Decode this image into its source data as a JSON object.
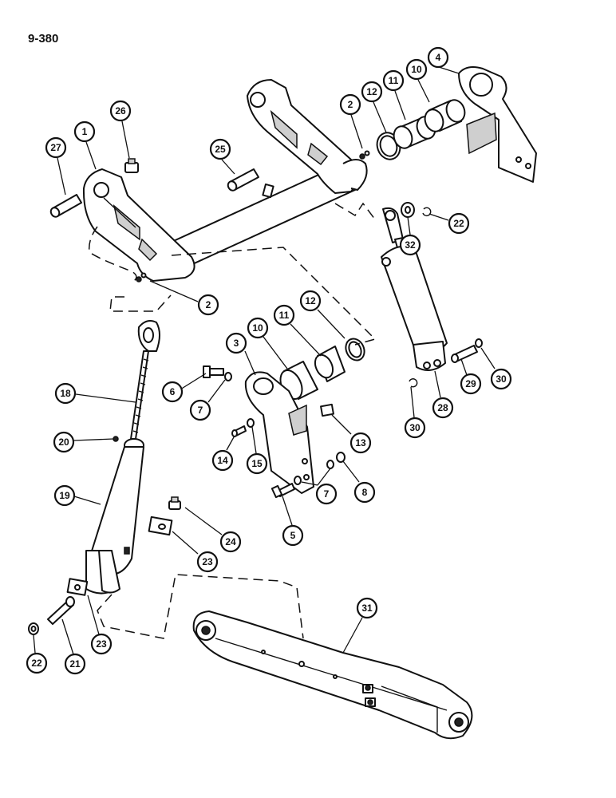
{
  "page_number": "9-380",
  "callouts": [
    {
      "id": "c1",
      "label": "1"
    },
    {
      "id": "c26",
      "label": "26"
    },
    {
      "id": "c27",
      "label": "27"
    },
    {
      "id": "c25",
      "label": "25"
    },
    {
      "id": "c2a",
      "label": "2"
    },
    {
      "id": "c12a",
      "label": "12"
    },
    {
      "id": "c11a",
      "label": "11"
    },
    {
      "id": "c10a",
      "label": "10"
    },
    {
      "id": "c4",
      "label": "4"
    },
    {
      "id": "c22a",
      "label": "22"
    },
    {
      "id": "c32",
      "label": "32"
    },
    {
      "id": "c2b",
      "label": "2"
    },
    {
      "id": "c12b",
      "label": "12"
    },
    {
      "id": "c11b",
      "label": "11"
    },
    {
      "id": "c10b",
      "label": "10"
    },
    {
      "id": "c3",
      "label": "3"
    },
    {
      "id": "c18",
      "label": "18"
    },
    {
      "id": "c6",
      "label": "6"
    },
    {
      "id": "c7a",
      "label": "7"
    },
    {
      "id": "c29",
      "label": "29"
    },
    {
      "id": "c30a",
      "label": "30"
    },
    {
      "id": "c30b",
      "label": "30"
    },
    {
      "id": "c28",
      "label": "28"
    },
    {
      "id": "c13",
      "label": "13"
    },
    {
      "id": "c20",
      "label": "20"
    },
    {
      "id": "c14",
      "label": "14"
    },
    {
      "id": "c15",
      "label": "15"
    },
    {
      "id": "c8",
      "label": "8"
    },
    {
      "id": "c19",
      "label": "19"
    },
    {
      "id": "c7b",
      "label": "7"
    },
    {
      "id": "c5",
      "label": "5"
    },
    {
      "id": "c24",
      "label": "24"
    },
    {
      "id": "c23a",
      "label": "23"
    },
    {
      "id": "c31",
      "label": "31"
    },
    {
      "id": "c23b",
      "label": "23"
    },
    {
      "id": "c21",
      "label": "21"
    },
    {
      "id": "c22b",
      "label": "22"
    }
  ]
}
